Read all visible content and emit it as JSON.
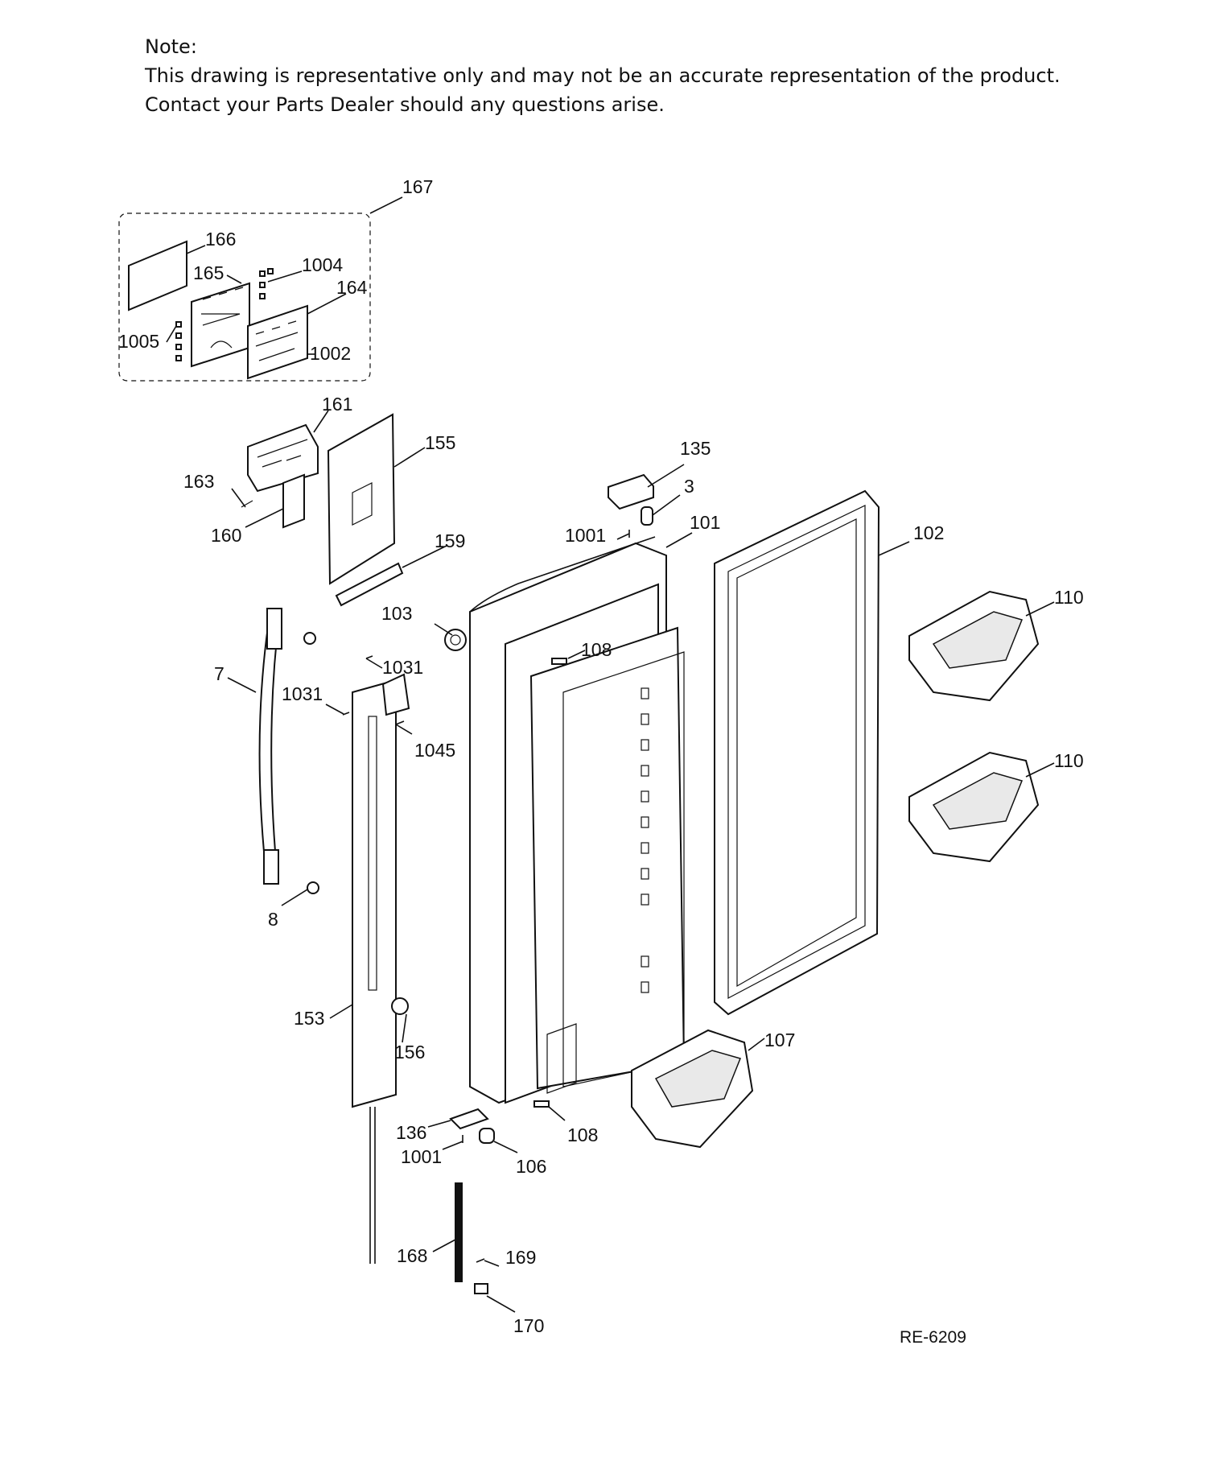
{
  "note": {
    "heading": "Note:",
    "line1": "This drawing is representative only and may not be an accurate representation of the product.",
    "line2": "Contact your Parts Dealer should any questions arise."
  },
  "diagram_ref": "RE-6209",
  "callouts": {
    "c167": "167",
    "c166": "166",
    "c165": "165",
    "c1004": "1004",
    "c164": "164",
    "c1005": "1005",
    "c1002": "1002",
    "c161": "161",
    "c155": "155",
    "c163": "163",
    "c160": "160",
    "c159": "159",
    "c135": "135",
    "c3": "3",
    "c1001a": "1001",
    "c101": "101",
    "c102": "102",
    "c110a": "110",
    "c110b": "110",
    "c103": "103",
    "c108a": "108",
    "c7": "7",
    "c1031a": "1031",
    "c1031b": "1031",
    "c1045": "1045",
    "c8": "8",
    "c153": "153",
    "c156": "156",
    "c107": "107",
    "c136": "136",
    "c108b": "108",
    "c1001b": "1001",
    "c106": "106",
    "c168": "168",
    "c169": "169",
    "c170": "170"
  }
}
